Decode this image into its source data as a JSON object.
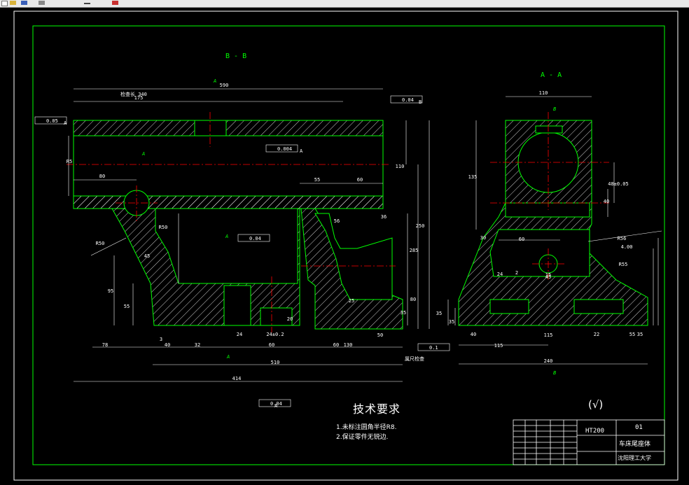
{
  "toolbar": {
    "icons": [
      "new-icon",
      "open-icon",
      "save-icon",
      "print-icon",
      "undo-icon",
      "paint-icon"
    ]
  },
  "drawing": {
    "section_bb": "B - B",
    "section_aa": "A - A",
    "tech_title": "技术要求",
    "notes": [
      "1.未标注圆角半径R8.",
      "2.保证零件无锐边."
    ],
    "roughness_symbol": "(√)",
    "title_block": {
      "material": "HT200",
      "number": "01",
      "part_name": "车床尾座体",
      "school": "沈阳理工大学"
    },
    "labels": {
      "total_len": "检查长 340",
      "gap_note": "属尺检查"
    },
    "dims_bb": [
      "590",
      "175",
      "80",
      "55",
      "60",
      "110",
      "250",
      "285",
      "80",
      "95",
      "55",
      "78",
      "40",
      "32",
      "24",
      "24±0.2",
      "60",
      "60",
      "130",
      "50",
      "510",
      "414",
      "36",
      "25",
      "35",
      "20",
      "3",
      "R50",
      "R50",
      "45",
      "56",
      "R5"
    ],
    "dims_aa": [
      "110",
      "135",
      "60",
      "48±0.05",
      "40",
      "45",
      "2",
      "R56",
      "4.00",
      "R55",
      "115",
      "35",
      "240",
      "40",
      "115",
      "22",
      "55",
      "35",
      "35",
      "30",
      "24",
      "15"
    ],
    "tolerances": [
      "0.05",
      "0.04",
      "0.004",
      "0.04",
      "0.1",
      "0.04"
    ],
    "datums": [
      "A",
      "B",
      "A",
      "A"
    ],
    "section_marks": [
      "A",
      "A",
      "A",
      "A",
      "B",
      "B"
    ]
  }
}
